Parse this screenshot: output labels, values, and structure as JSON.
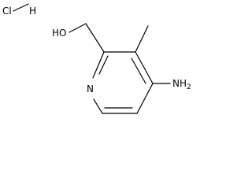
{
  "structure": {
    "salt": {
      "chlorine": "Cl",
      "hydrogen": "H"
    },
    "hydroxyl_label": "HO",
    "ring_nitrogen": "N",
    "amino_label": "NH2",
    "amino_main": "NH",
    "amino_subscript": "2"
  },
  "colors": {
    "bond": "#000000",
    "text": "#000000",
    "background": "#ffffff"
  }
}
